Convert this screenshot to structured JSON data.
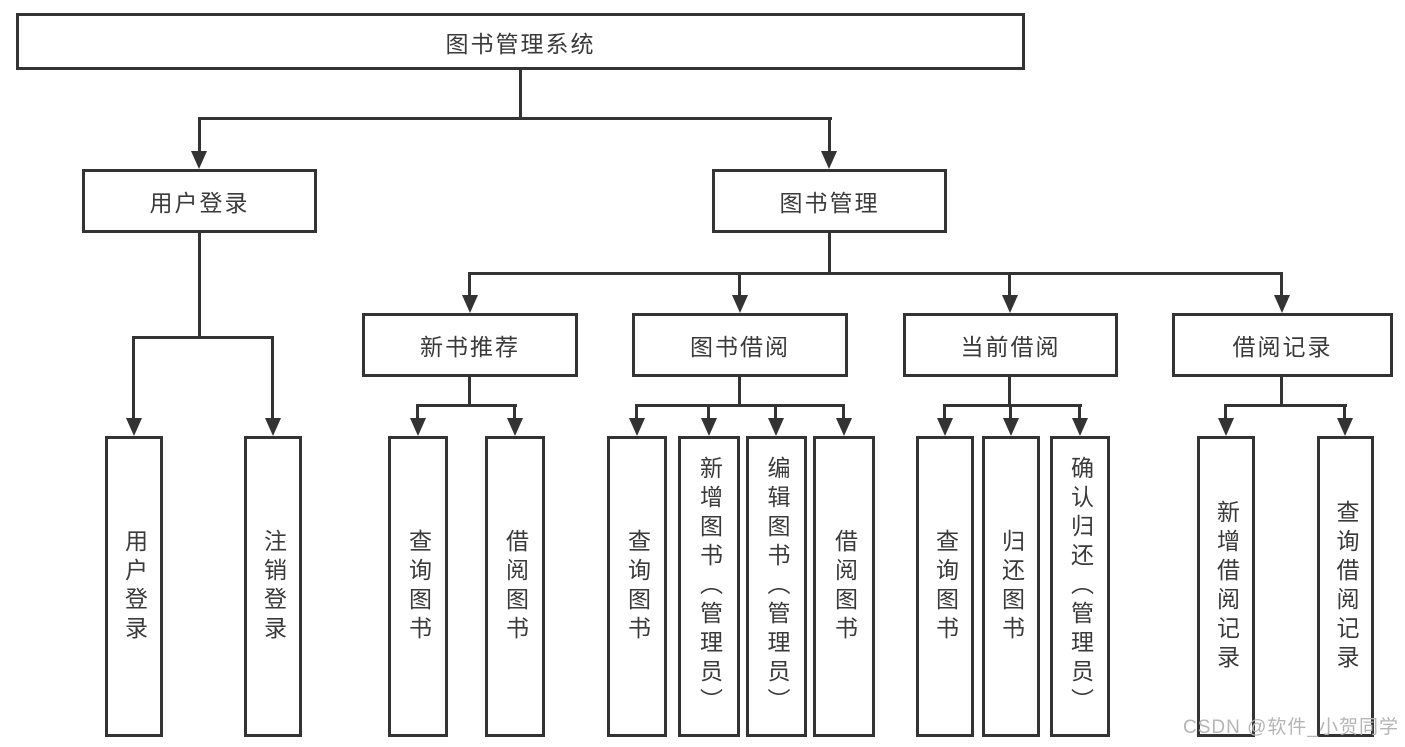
{
  "diagram": {
    "root": "图书管理系统",
    "branches": {
      "user_login": {
        "label": "用户登录",
        "children": [
          "用户登录",
          "注销登录"
        ]
      },
      "book_management": {
        "label": "图书管理",
        "sections": [
          {
            "label": "新书推荐",
            "children": [
              "查询图书",
              "借阅图书"
            ]
          },
          {
            "label": "图书借阅",
            "children": [
              "查询图书",
              "新增图书（管理员）",
              "编辑图书（管理员）",
              "借阅图书"
            ]
          },
          {
            "label": "当前借阅",
            "children": [
              "查询图书",
              "归还图书",
              "确认归还（管理员）"
            ]
          },
          {
            "label": "借阅记录",
            "children": [
              "新增借阅记录",
              "查询借阅记录"
            ]
          }
        ]
      }
    }
  },
  "watermark": {
    "text": "CSDN @软件_小贺同学"
  },
  "colors": {
    "line": "#333333",
    "text": "#3a3a3a",
    "watermark": "#b5b5b5",
    "background": "#ffffff"
  }
}
